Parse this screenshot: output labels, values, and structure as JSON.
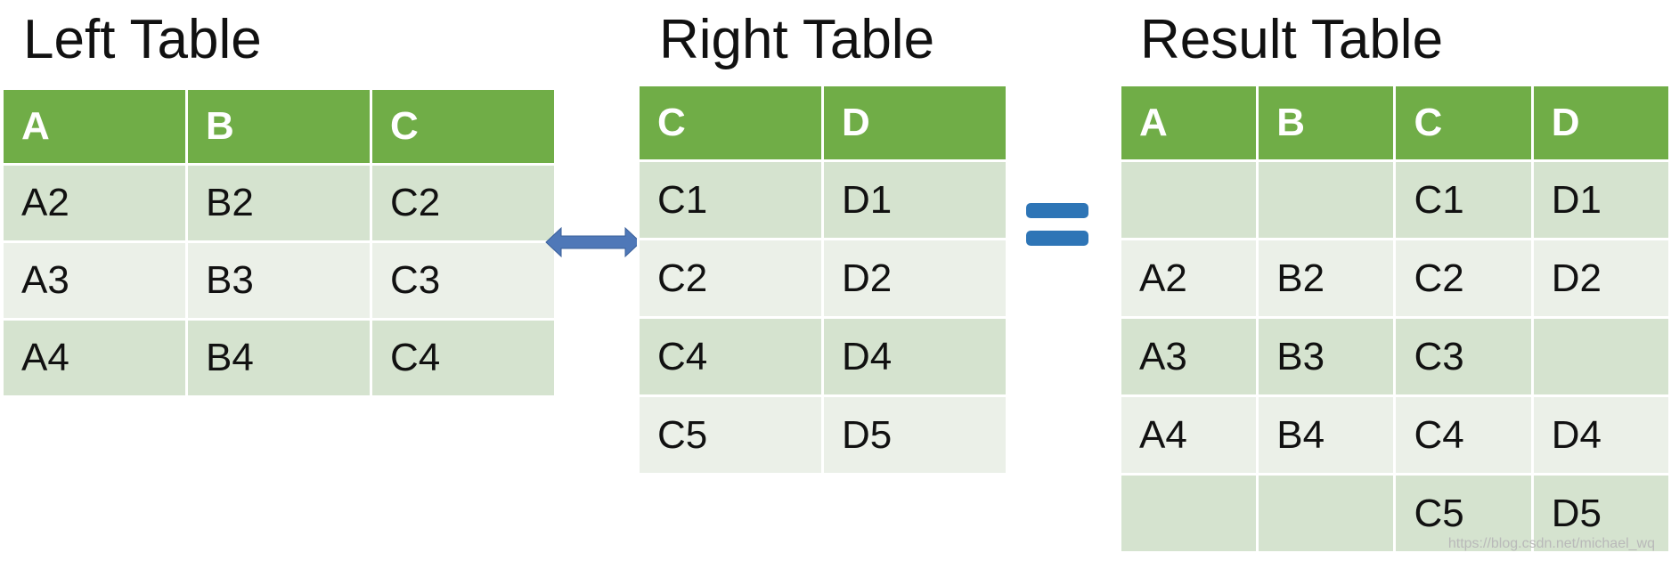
{
  "titles": {
    "left": "Left Table",
    "right": "Right Table",
    "result": "Result Table"
  },
  "left_table": {
    "headers": [
      "A",
      "B",
      "C"
    ],
    "rows": [
      [
        "A2",
        "B2",
        "C2"
      ],
      [
        "A3",
        "B3",
        "C3"
      ],
      [
        "A4",
        "B4",
        "C4"
      ]
    ]
  },
  "right_table": {
    "headers": [
      "C",
      "D"
    ],
    "rows": [
      [
        "C1",
        "D1"
      ],
      [
        "C2",
        "D2"
      ],
      [
        "C4",
        "D4"
      ],
      [
        "C5",
        "D5"
      ]
    ]
  },
  "result_table": {
    "headers": [
      "A",
      "B",
      "C",
      "D"
    ],
    "rows": [
      [
        "",
        "",
        "C1",
        "D1"
      ],
      [
        "A2",
        "B2",
        "C2",
        "D2"
      ],
      [
        "A3",
        "B3",
        "C3",
        ""
      ],
      [
        "A4",
        "B4",
        "C4",
        "D4"
      ],
      [
        "",
        "",
        "C5",
        "D5"
      ]
    ]
  },
  "icons": {
    "join_arrow": "double-arrow-icon",
    "equals": "equals-icon"
  },
  "colors": {
    "header": "#70ad47",
    "row_dark": "#d5e3cf",
    "row_light": "#ebf0e8",
    "arrow": "#4f78b8",
    "equals": "#2e75b6"
  },
  "watermark": "https://blog.csdn.net/michael_wq"
}
